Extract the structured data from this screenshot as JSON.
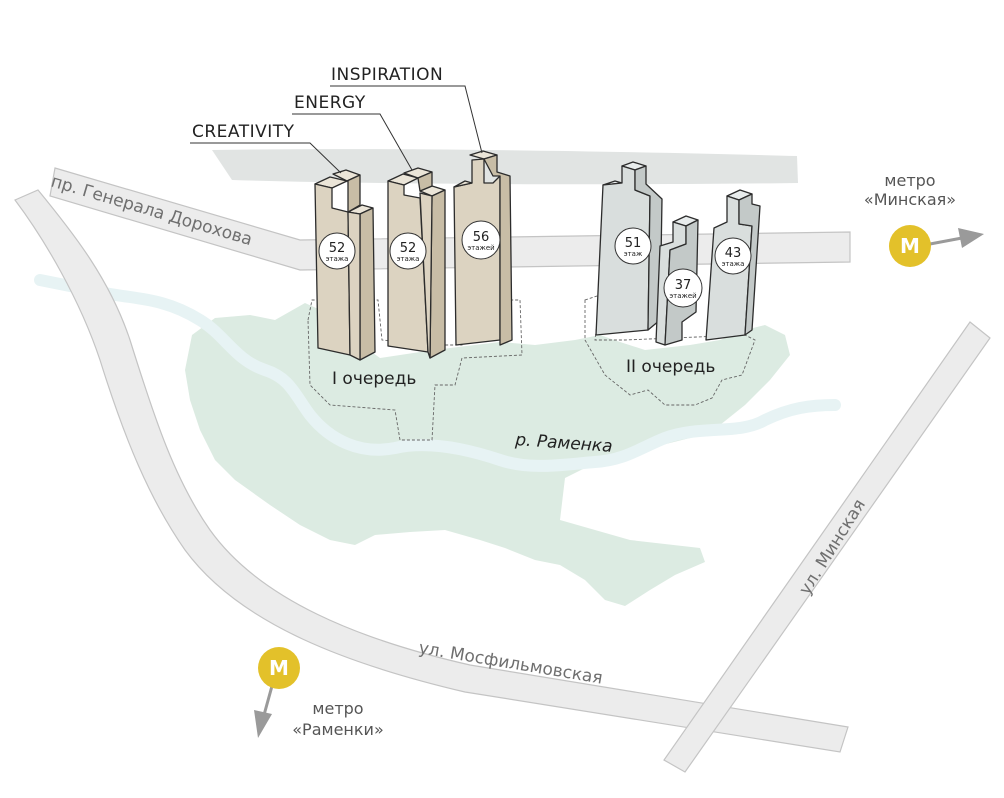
{
  "buildings": [
    {
      "name": "CREATIVITY",
      "floors": "52",
      "unit": "этажа",
      "phase": 1
    },
    {
      "name": "ENERGY",
      "floors": "52",
      "unit": "этажа",
      "phase": 1
    },
    {
      "name": "INSPIRATION",
      "floors": "56",
      "unit": "этажей",
      "phase": 1
    },
    {
      "name": "",
      "floors": "51",
      "unit": "этаж",
      "phase": 2
    },
    {
      "name": "",
      "floors": "37",
      "unit": "этажей",
      "phase": 2
    },
    {
      "name": "",
      "floors": "43",
      "unit": "этажа",
      "phase": 2
    }
  ],
  "phases": {
    "first": "I очередь",
    "second": "II очередь"
  },
  "river": "р. Раменка",
  "streets": {
    "dorokhova": "пр. Генерала Дорохова",
    "mosfilmovskaya": "ул. Мосфильмовская",
    "minskaya": "ул. Минская"
  },
  "metro": {
    "symbol": "М",
    "minskaya": {
      "line1": "метро",
      "line2": "«Минская»"
    },
    "ramenki": {
      "line1": "метро",
      "line2": "«Раменки»"
    }
  },
  "colors": {
    "park": "#dcebe2",
    "river": "#e7f3f4",
    "road": "#ececec",
    "phase1_building": "#dcd3c1",
    "phase2_building": "#d9dedd",
    "metro": "#e3c12a",
    "arrow": "#9a9a9a"
  }
}
